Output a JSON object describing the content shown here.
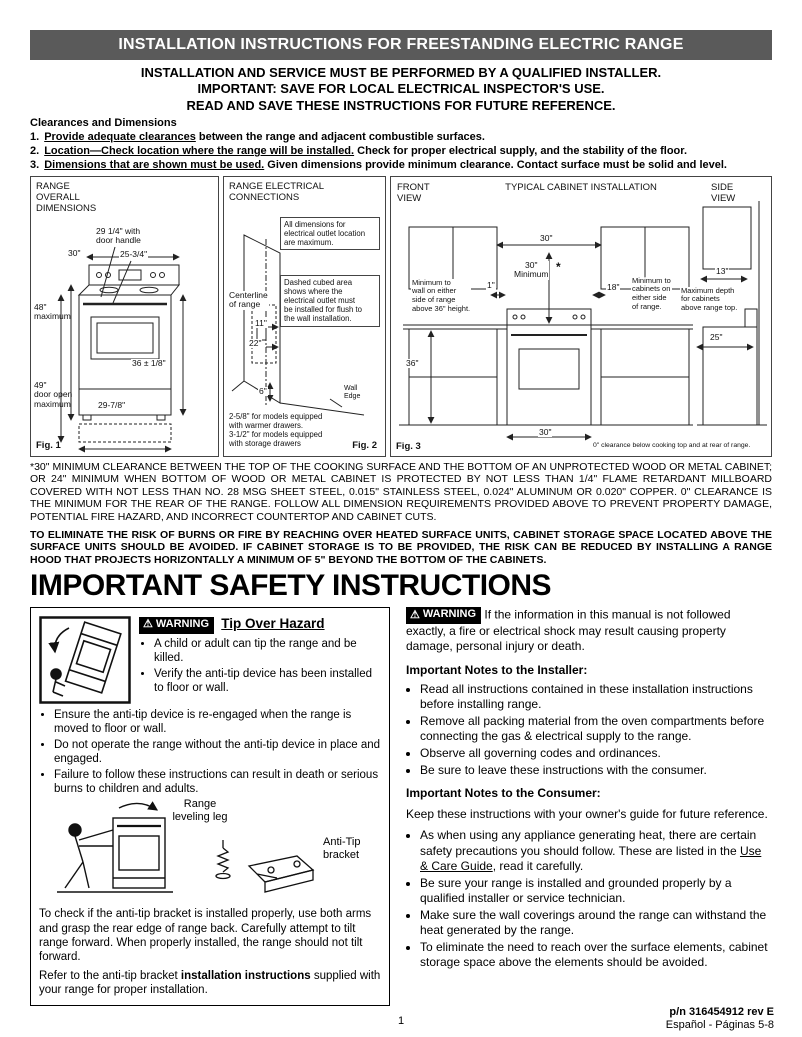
{
  "header": {
    "title": "INSTALLATION INSTRUCTIONS FOR FREESTANDING ELECTRIC RANGE"
  },
  "icons": {
    "warning_triangle": "⚠"
  },
  "intro": {
    "line1": "INSTALLATION AND SERVICE MUST BE PERFORMED BY A QUALIFIED INSTALLER.",
    "line2": "IMPORTANT: SAVE FOR LOCAL ELECTRICAL INSPECTOR'S USE.",
    "line3": "READ AND SAVE THESE INSTRUCTIONS FOR FUTURE REFERENCE."
  },
  "clearances": {
    "heading": "Clearances and Dimensions",
    "items": [
      {
        "num": "1.",
        "lead": "Provide adequate clearances",
        "rest": " between the range and adjacent combustible surfaces."
      },
      {
        "num": "2.",
        "lead": "Location—Check location where the range will be installed.",
        "rest": " Check for proper electrical supply, and the stability of the floor."
      },
      {
        "num": "3.",
        "lead": "Dimensions that are shown must be used.",
        "rest": " Given dimensions provide minimum clearance. Contact surface must be solid and level."
      }
    ]
  },
  "fig1": {
    "title": "RANGE\nOVERALL\nDIMENSIONS",
    "dim_door_handle": "29 1/4\" with\ndoor handle",
    "dim_depth": "25-3/4\"",
    "dim_width_top": "30\"",
    "dim_height": "48\"\nmaximum",
    "dim_cooktop_height": "36 ± 1/8\"",
    "dim_door_open": "49\"\ndoor open\nmaximum",
    "dim_depth_body": "29-7/8\"",
    "caption": "Fig. 1"
  },
  "fig2": {
    "title": "RANGE ELECTRICAL\nCONNECTIONS",
    "note_max": "All dimensions for\nelectrical outlet location\nare maximum.",
    "note_dashed": "Dashed cubed area\nshows where the\nelectrical outlet must\nbe installed for flush to\nthe wall installation.",
    "label_centerline": "Centerline\nof range",
    "dim_11": "11\"",
    "dim_22": "22\"",
    "dim_6": "6\"",
    "label_wall_edge": "Wall\nEdge",
    "footnote": "2-5/8\" for models equipped\nwith warmer drawers.\n3-1/2\" for models equipped\nwith storage drawers",
    "caption": "Fig. 2"
  },
  "fig3": {
    "front_view": "FRONT\nVIEW",
    "title": "TYPICAL CABINET INSTALLATION",
    "side_view": "SIDE\nVIEW",
    "dim_30_top": "30\"",
    "dim_30_min": "30\"\nMinimum",
    "asterisk": "*",
    "note_wall": "Minimum to\nwall on either\nside of range\nabove 36\" height.",
    "dim_1": "1\"",
    "dim_18": "18\"",
    "note_cabinets": "Minimum to\ncabinets on\neither side\nof range.",
    "note_depth": "Maximum depth\nfor cabinets\nabove range top.",
    "dim_13": "13\"",
    "dim_25": "25\"",
    "dim_36": "36\"",
    "dim_30_bottom": "30\"",
    "note_zero": "0\" clearance below cooking top and at rear of range.",
    "caption": "Fig. 3"
  },
  "clearance_note": "*30\" MINIMUM CLEARANCE BETWEEN THE TOP OF THE COOKING SURFACE AND THE BOTTOM OF AN UNPROTECTED WOOD OR METAL CABINET; OR 24\" MINIMUM WHEN BOTTOM OF WOOD OR METAL CABINET IS PROTECTED BY NOT LESS THAN 1/4\" FLAME RETARDANT MILLBOARD COVERED WITH NOT LESS THAN NO. 28 MSG SHEET STEEL, 0.015\" STAINLESS STEEL, 0.024\" ALUMINUM OR 0.020\" COPPER. 0\" CLEARANCE IS THE MINIMUM FOR THE REAR OF THE RANGE. FOLLOW ALL DIMENSION REQUIREMENTS PROVIDED ABOVE TO PREVENT PROPERTY DAMAGE, POTENTIAL FIRE HAZARD, AND INCORRECT COUNTERTOP AND CABINET CUTS.",
  "burns_note": "TO ELIMINATE THE RISK OF BURNS OR FIRE BY REACHING OVER HEATED SURFACE UNITS, CABINET STORAGE SPACE LOCATED ABOVE THE SURFACE UNITS SHOULD BE AVOIDED. IF CABINET STORAGE IS TO BE PROVIDED, THE RISK CAN BE REDUCED BY INSTALLING A RANGE HOOD THAT PROJECTS HORIZONTALLY A MINIMUM OF 5\" BEYOND THE BOTTOM OF THE CABINETS.",
  "safety_heading": "IMPORTANT SAFETY INSTRUCTIONS",
  "tip_over": {
    "warning_label": "WARNING",
    "title": "Tip Over Hazard",
    "bullets_inner": [
      "A child or adult can tip the range and be killed.",
      "Verify the anti-tip device has been installed to floor or wall."
    ],
    "bullets_outer": [
      "Ensure the anti-tip device is re-engaged when the range is moved to floor or wall.",
      "Do not operate the range without the anti-tip device in place and engaged.",
      "Failure to follow these instructions can result in death or serious burns to children and adults."
    ],
    "label_leveling": "Range\nleveling leg",
    "label_bracket": "Anti-Tip\nbracket",
    "para1": "To check if the anti-tip bracket is installed properly, use both arms and grasp the rear edge of range back. Carefully attempt to tilt range forward. When properly installed, the range should not tilt forward.",
    "para2_pre": "Refer to the anti-tip bracket ",
    "para2_bold": "installation instructions",
    "para2_post": " supplied with your range for proper installation."
  },
  "right_col": {
    "warning_label": "WARNING",
    "warning_text": "If the information in this manual is not followed exactly, a fire or electrical shock may result causing property damage, personal injury or death.",
    "installer_heading": "Important Notes to the Installer:",
    "installer_bullets": [
      "Read all instructions contained in these installation instructions before installing range.",
      "Remove all packing material from the oven compartments before connecting the gas & electrical supply to the range.",
      "Observe all governing codes and ordinances.",
      "Be sure to leave these instructions with the consumer."
    ],
    "consumer_heading": "Important Notes to the Consumer:",
    "consumer_intro": "Keep these instructions with your owner's guide for future reference.",
    "consumer_bullet1": {
      "pre": "As when using any appliance generating heat, there are certain safety precautions you should follow. These are listed in the ",
      "underlined": "Use & Care Guide",
      "post": ", read it carefully."
    },
    "consumer_bullets_rest": [
      "Be sure your range is installed and grounded properly by a qualified installer or service technician.",
      "Make sure the wall coverings around the range can withstand the heat generated by the range.",
      "To eliminate the need to reach over the surface elements, cabinet storage space above the elements should be avoided."
    ]
  },
  "footer": {
    "page_number": "1",
    "part_number": "p/n 316454912 rev E",
    "spanish_pages": "Español - Páginas 5-8"
  }
}
